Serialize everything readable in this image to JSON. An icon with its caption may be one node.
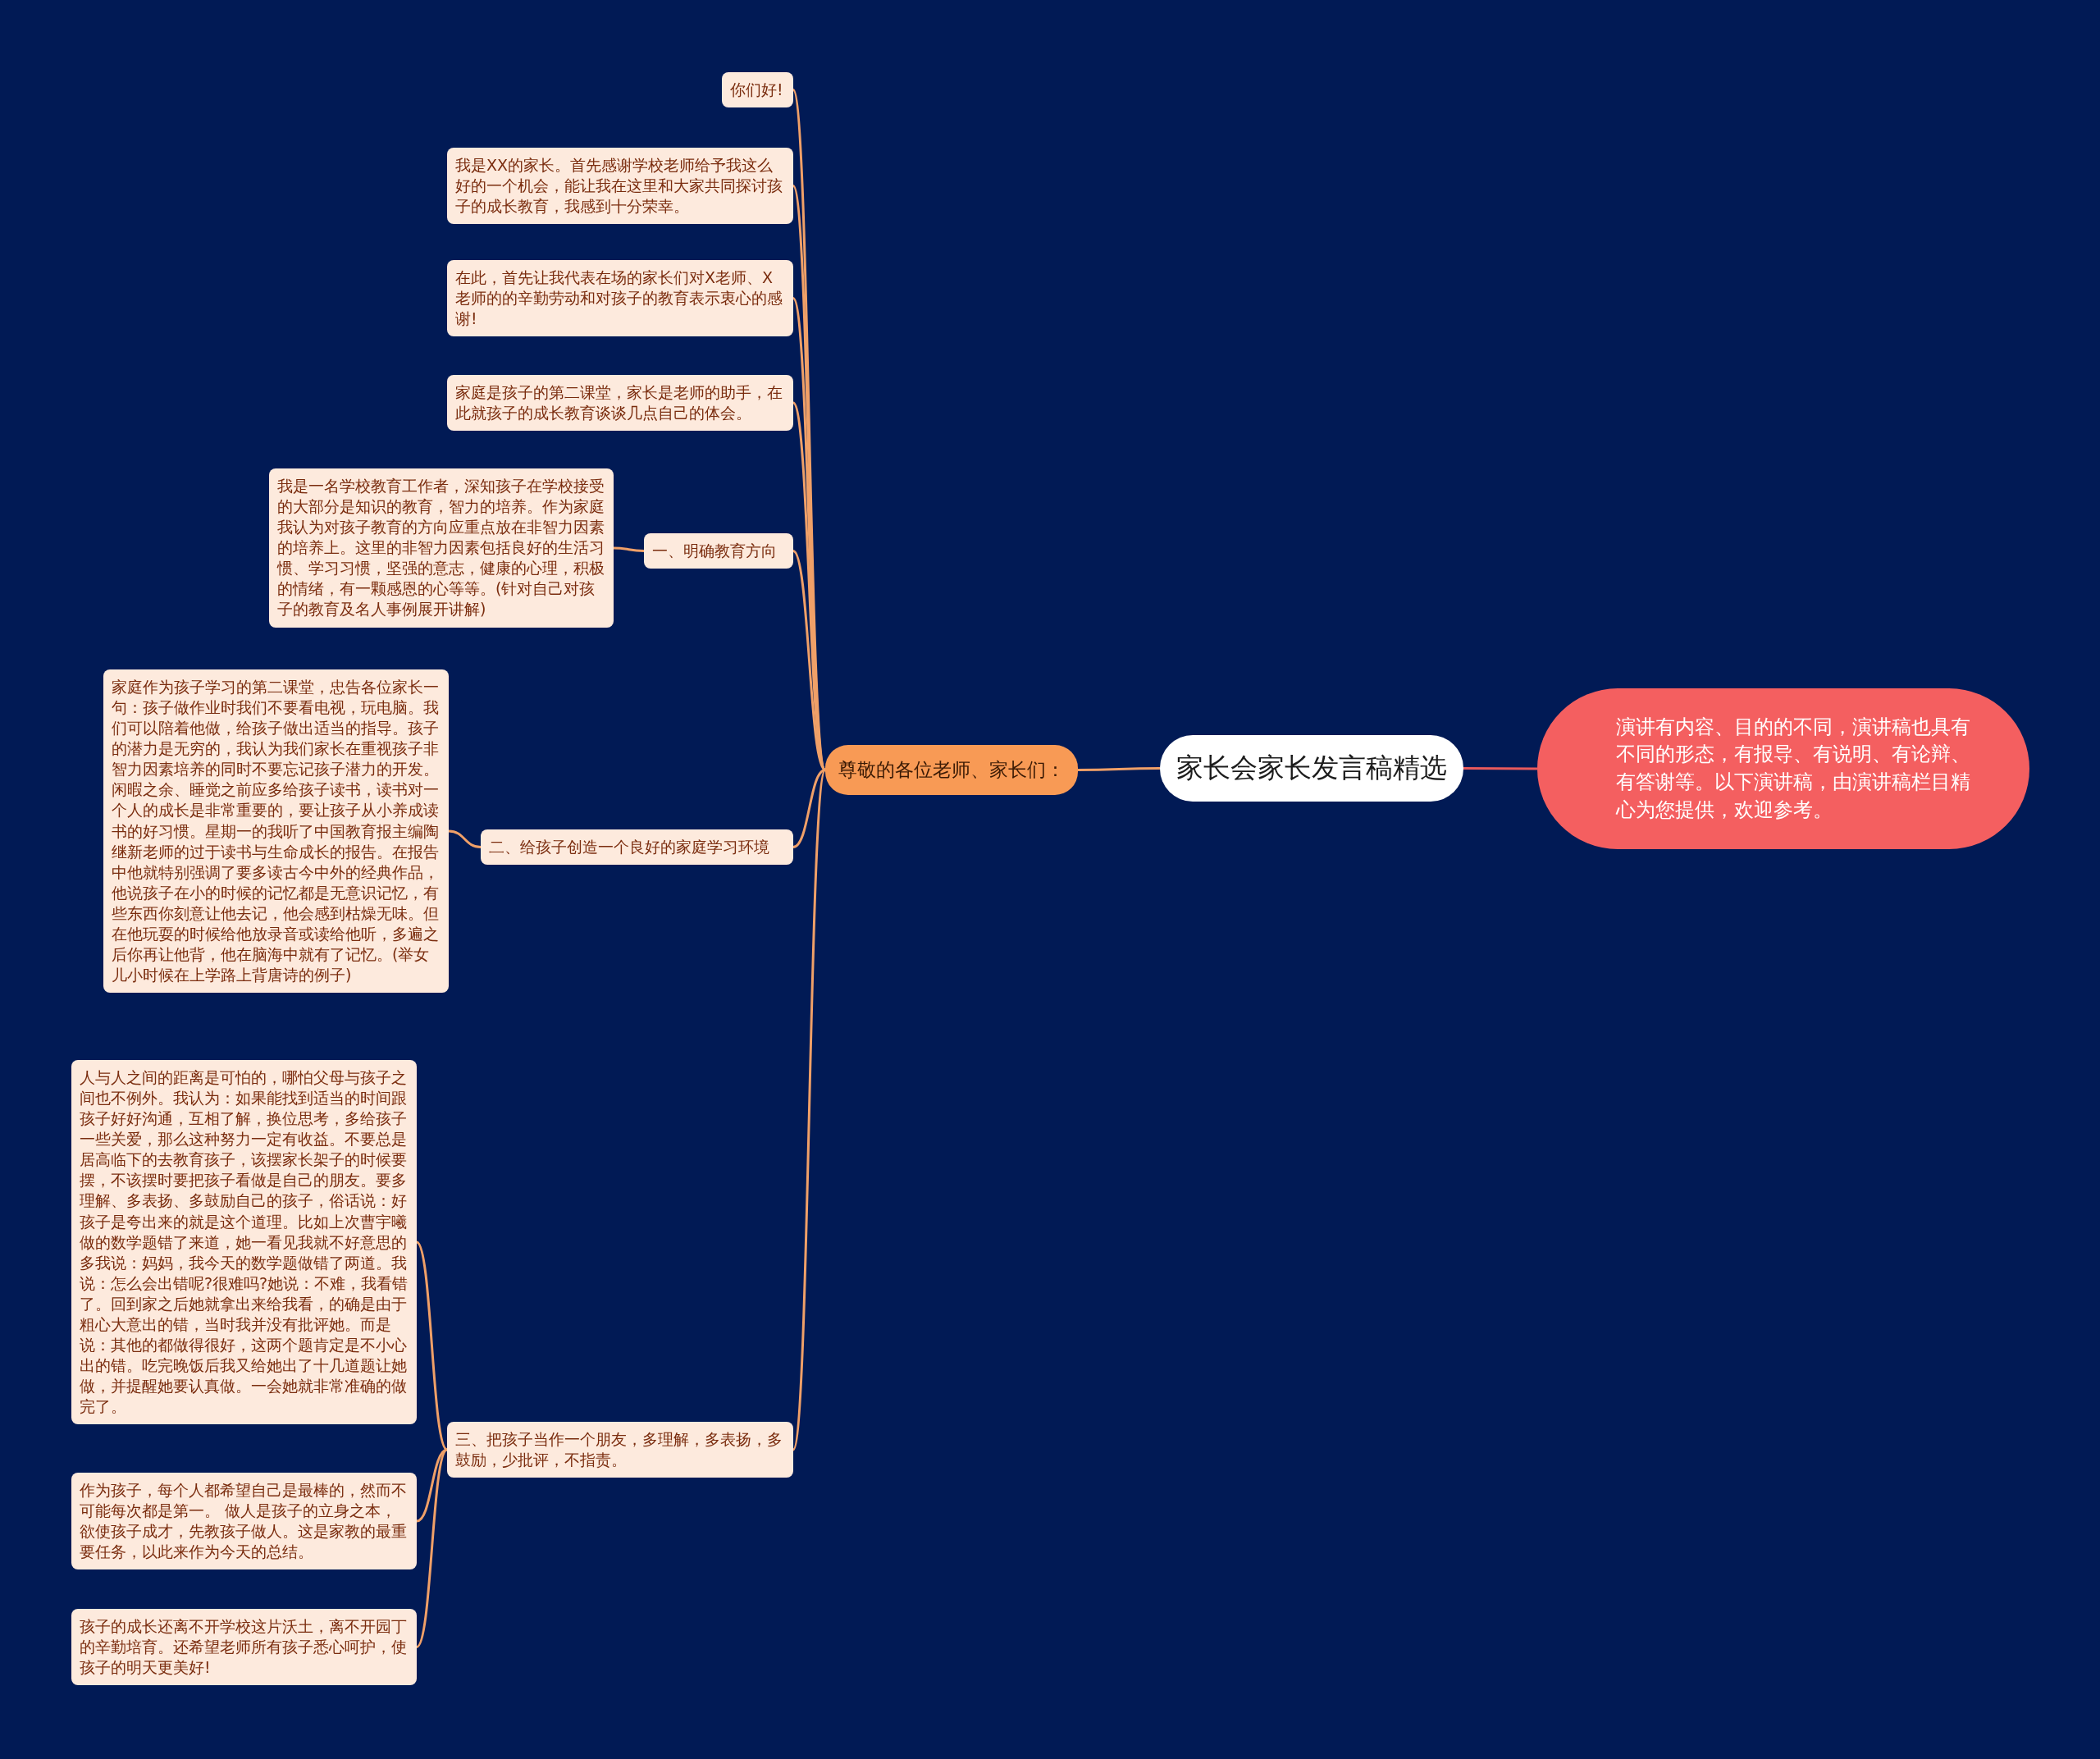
{
  "diagram": {
    "nodes": [
      {
        "text": [
          "家长会家长发言稿精选"
        ]
      },
      {
        "text": [
          "尊敬的各位老师、家长们："
        ]
      },
      {
        "text": [
          "你们好!"
        ]
      },
      {
        "text": [
          "我是XX的家长。首先感谢学校老师给予我这么好的一个机会，能让我在这里和大家共同探讨孩子的成长教育，我感到十分荣幸。"
        ]
      },
      {
        "text": [
          "在此，首先让我代表在场的家长们对X老师、X老师的的辛勤劳动和对孩子的教育表示衷心的感谢!"
        ]
      },
      {
        "text": [
          "家庭是孩子的第二课堂，家长是老师的助手，在此就孩子的成长教育谈谈几点自己的体会。"
        ]
      },
      {
        "text": [
          "一、明确教育方向"
        ]
      },
      {
        "text": [
          "我是一名学校教育工作者，深知孩子在学校接受的大部分是知识的教育，智力的培养。作为家庭我认为对孩子教育的方向应重点放在非智力因素的培养上。这里的非智力因素包括良好的生活习惯、学习习惯，坚强的意志，健康的心理，积极的情绪，有一颗感恩的心等等。(针对自己对孩子的教育及名人事例展开讲解)"
        ]
      },
      {
        "text": [
          "二、给孩子创造一个良好的家庭学习环境"
        ]
      },
      {
        "text": [
          "家庭作为孩子学习的第二课堂，忠告各位家长一句：孩子做作业时我们不要看电视，玩电脑。我们可以陪着他做，给孩子做出适当的指导。孩子的潜力是无穷的，我认为我们家长在重视孩子非智力因素培养的同时不要忘记孩子潜力的开发。闲暇之余、睡觉之前应多给孩子读书，读书对一个人的成长是非常重要的，要让孩子从小养成读书的好习惯。星期一的我听了中国教育报主编陶继新老师的过于读书与生命成长的报告。在报告中他就特别强调了要多读古今中外的经典作品，他说孩子在小的时候的记忆都是无意识记忆，有些东西你刻意让他去记，他会感到枯燥无味。但在他玩耍的时候给他放录音或读给他听，多遍之后你再让他背，他在脑海中就有了记忆。(举女儿小时候在上学路上背唐诗的例子)"
        ]
      },
      {
        "text": [
          "三、把孩子当作一个朋友，多理解，多表扬，多鼓励，少批评，不指责。"
        ]
      },
      {
        "text": [
          "人与人之间的距离是可怕的，哪怕父母与孩子之间也不例外。我认为：如果能找到适当的时间跟孩子好好沟通，互相了解，换位思考，多给孩子一些关爱，那么这种努力一定有收益。不要总是居高临下的去教育孩子，该摆家长架子的时候要摆，不该摆时要把孩子看做是自己的朋友。要多理解、多表扬、多鼓励自己的孩子，俗话说：好孩子是夸出来的就是这个道理。比如上次曹宇曦做的数学题错了来道，她一看见我就不好意思的多我说：妈妈，我今天的数学题做错了两道。我说：怎么会出错呢?很难吗?她说：不难，我看错了。回到家之后她就拿出来给我看，的确是由于粗心大意出的错，当时我并没有批评她。而是说：其他的都做得很好，这两个题肯定是不小心出的错。吃完晚饭后我又给她出了十几道题让她做，并提醒她要认真做。一会她就非常准确的做完了。"
        ]
      },
      {
        "text": [
          "作为孩子，每个人都希望自己是最棒的，然而不可能每次都是第一。 做人是孩子的立身之本，欲使孩子成才，先教孩子做人。这是家教的最重要任务，以此来作为今天的总结。"
        ]
      },
      {
        "text": [
          "孩子的成长还离不开学校这片沃土，离不开园丁的辛勤培育。还希望老师所有孩子悉心呵护，使孩子的明天更美好!"
        ]
      },
      {
        "text": [
          "演讲有内容、目的的不同，演讲稿也具有不同的形态，有报导、有说明、有论辩、有答谢等。以下演讲稿，由演讲稿栏目精心为您提供，欢迎参考。"
        ]
      }
    ],
    "edges": [
      {
        "from": 0,
        "to": 1,
        "arrow": "none"
      },
      {
        "from": 0,
        "to": 14,
        "arrow": "none",
        "color": "#e85a5c"
      },
      {
        "from": 1,
        "to": 2,
        "arrow": "none"
      },
      {
        "from": 1,
        "to": 3,
        "arrow": "none"
      },
      {
        "from": 1,
        "to": 4,
        "arrow": "none"
      },
      {
        "from": 1,
        "to": 5,
        "arrow": "none"
      },
      {
        "from": 1,
        "to": 6,
        "arrow": "none"
      },
      {
        "from": 6,
        "to": 7,
        "arrow": "none"
      },
      {
        "from": 1,
        "to": 8,
        "arrow": "none"
      },
      {
        "from": 8,
        "to": 9,
        "arrow": "none"
      },
      {
        "from": 1,
        "to": 10,
        "arrow": "none"
      },
      {
        "from": 10,
        "to": 11,
        "arrow": "none"
      },
      {
        "from": 10,
        "to": 12,
        "arrow": "none"
      },
      {
        "from": 10,
        "to": 13,
        "arrow": "none"
      }
    ]
  }
}
